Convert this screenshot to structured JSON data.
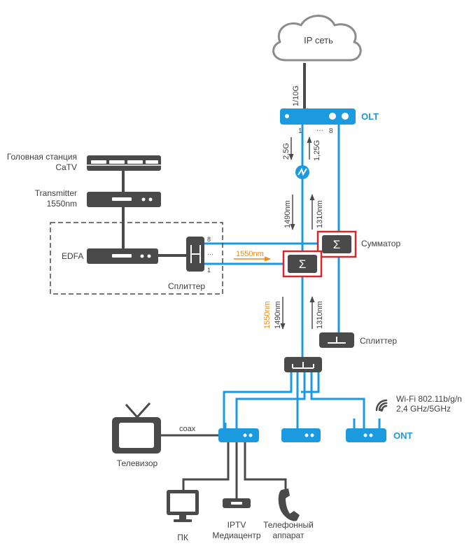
{
  "labels": {
    "cloud": "IP сеть",
    "uplink": "1/10G",
    "olt": "OLT",
    "olt_port_1": "1",
    "olt_port_dots": "···",
    "olt_port_8": "8",
    "rate_down": "2,5G",
    "rate_up": "1,25G",
    "wl_1490_top": "1490nm",
    "wl_1310_top": "1310nm",
    "headend_line1": "Головная станция",
    "headend_line2": "CaTV",
    "transmitter_line1": "Transmitter",
    "transmitter_line2": "1550nm",
    "edfa": "EDFA",
    "splitter_left": "Сплиттер",
    "splitter_port_8": "8",
    "splitter_port_dots": "···",
    "splitter_port_1": "1",
    "wl_1550_mid": "1550nm",
    "combiner": "Сумматор",
    "wl_1550_low": "1550nm",
    "wl_1490_low": "1490nm",
    "wl_1310_low": "1310nm",
    "splitter_right": "Сплиттер",
    "wifi_line1": "Wi-Fi 802.11b/g/n",
    "wifi_line2": "2,4 GHz/5GHz",
    "ont": "ONT",
    "coax": "coax",
    "tv": "Телевизор",
    "pc": "ПК",
    "iptv_line1": "IPTV",
    "iptv_line2": "Медиацентр",
    "phone_line1": "Телефонный",
    "phone_line2": "аппарат",
    "sum_symbol": "Σ"
  },
  "colors": {
    "blue": "#1b9ae0",
    "orange": "#f08a1c",
    "dark": "#4a4a4a",
    "red": "#d9262c",
    "text": "#404040"
  },
  "icons": {
    "cloud": "cloud-icon",
    "sum": "sigma-icon",
    "wifi": "wifi-signal-icon",
    "tv": "tv-icon",
    "pc": "monitor-icon",
    "iptv": "set-top-box-icon",
    "phone": "phone-icon"
  }
}
